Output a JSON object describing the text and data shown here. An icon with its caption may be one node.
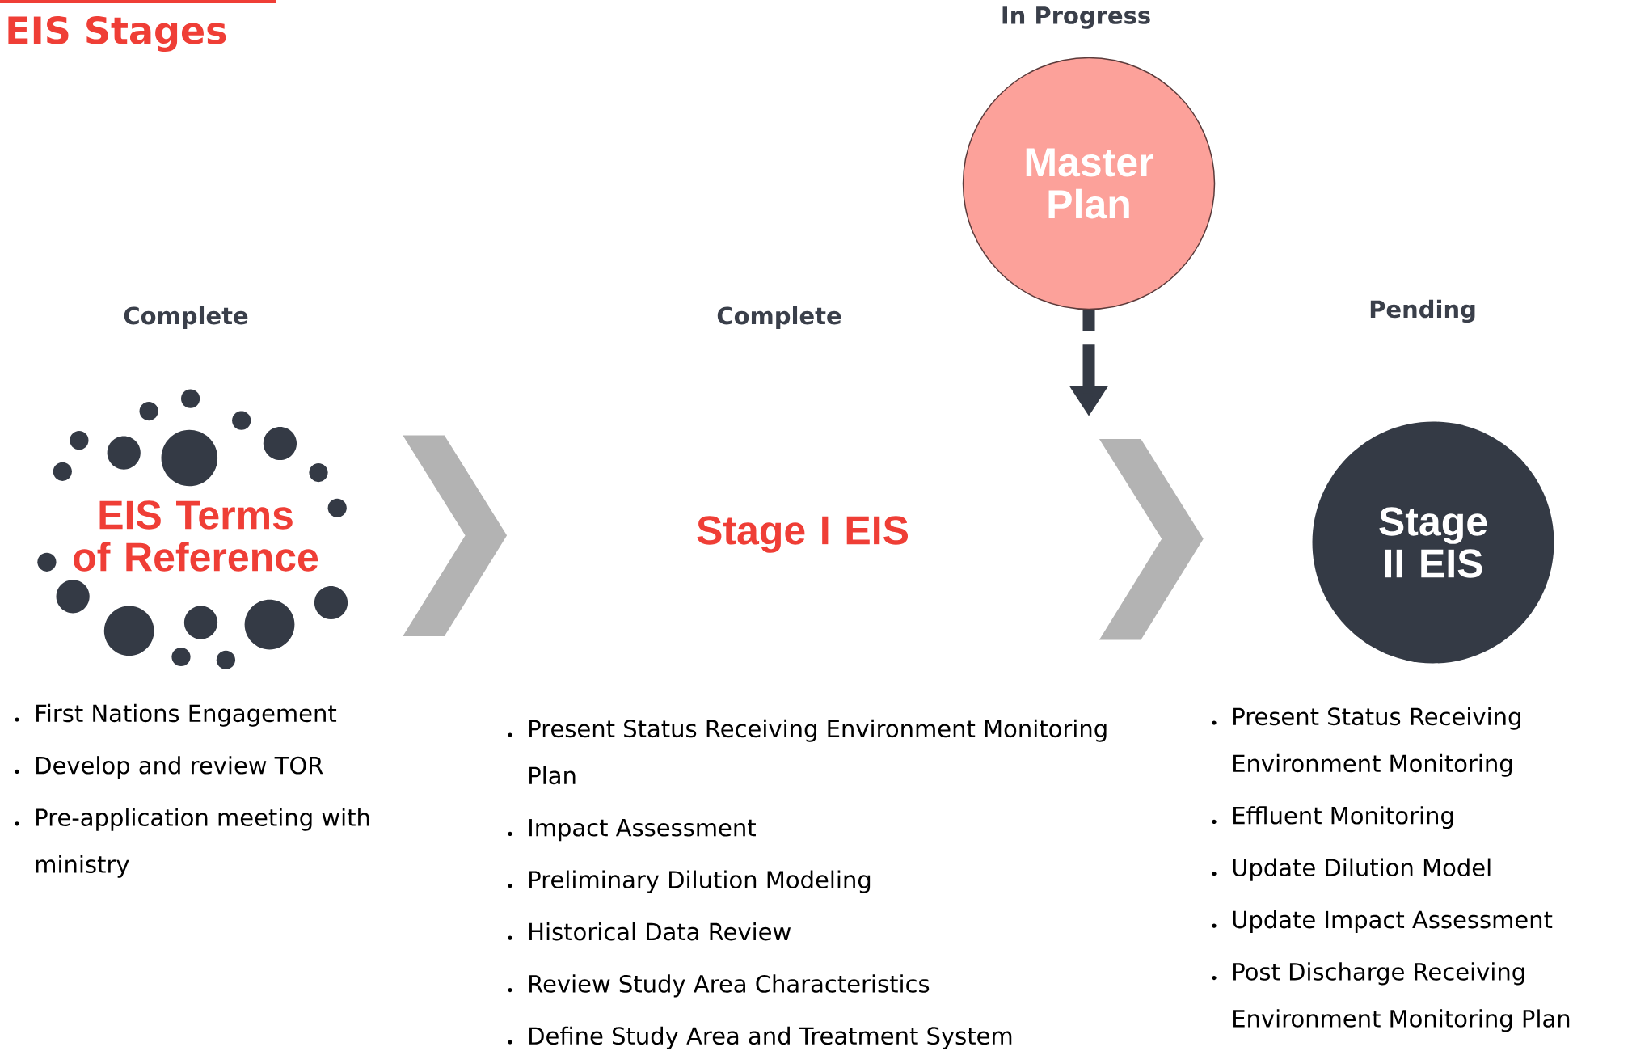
{
  "diagram": {
    "title": "EIS Stages",
    "nodes": [
      {
        "text": [
          "EIS Terms of Reference"
        ],
        "beside": [
          "First Nations Engagement",
          "Develop and review TOR",
          "Pre-application meeting with ministry"
        ]
      },
      {
        "text": [
          "Stage I EIS"
        ],
        "beside": [
          "Present Status Receiving Environment Monitoring Plan",
          "Impact Assessment",
          "Preliminary Dilution Modeling",
          "Historical Data Review",
          "Review Study Area Characteristics",
          "Define Study Area and Treatment System"
        ]
      },
      {
        "text": [
          "Master Plan"
        ]
      },
      {
        "text": [
          "Stage II EIS"
        ],
        "beside": [
          "Present Status Receiving Environment Monitoring",
          "Effluent Monitoring",
          "Update Dilution Model",
          "Update Impact Assessment",
          "Post Discharge Receiving Environment Monitoring Plan"
        ]
      }
    ],
    "edges": [
      {
        "from": 0,
        "to": 1,
        "arrow": "to"
      },
      {
        "from": 1,
        "to": 3,
        "arrow": "to"
      },
      {
        "from": 2,
        "to": null,
        "arrow": "to",
        "style": "dashed",
        "color": "#343a45"
      }
    ],
    "labels": [
      "In Progress",
      "Complete",
      "Complete",
      "Pending"
    ]
  }
}
